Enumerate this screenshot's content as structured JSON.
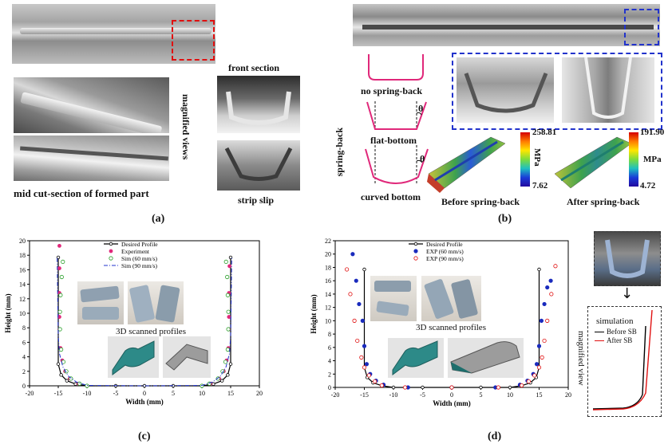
{
  "panel_a": {
    "letter": "(a)",
    "mid_cut_label": "mid cut-section of formed part",
    "magnified_label": "magnified views",
    "front_section_label": "front section",
    "strip_slip_label": "strip slip"
  },
  "panel_b": {
    "letter": "(b)",
    "no_springback_label": "no spring-back",
    "flat_bottom_label": "flat-bottom",
    "curved_bottom_label": "curved bottom",
    "springback_label": "spring-back",
    "theta_symbol": "θ",
    "before_label": "Before spring-back",
    "after_label": "After spring-back",
    "before_colorbar": {
      "max": "258.81",
      "min": "7.62",
      "unit": "MPa"
    },
    "after_colorbar": {
      "max": "191.90",
      "min": "4.72",
      "unit": "MPa"
    }
  },
  "panel_c": {
    "letter": "(c)",
    "scan_label": "3D scanned profiles"
  },
  "panel_d": {
    "letter": "(d)",
    "scan_label": "3D scanned profiles",
    "magnified_view_label": "magnified view",
    "simulation_label": "simulation",
    "before_sb": "Before SB",
    "after_sb": "After SB"
  },
  "colors": {
    "pink": "#e0287a",
    "blue": "#1a2bbd",
    "red": "#e01010",
    "green": "#2aa02a",
    "dash_blue": "#2233cc"
  },
  "chart_data": [
    {
      "type": "line",
      "panel": "c",
      "xlabel": "Width (mm)",
      "ylabel": "Height (mm)",
      "xlim": [
        -20,
        20
      ],
      "ylim": [
        0,
        20
      ],
      "xticks": [
        "-20",
        "-15",
        "-10",
        "-5",
        "0",
        "5",
        "10",
        "15",
        "20"
      ],
      "yticks": [
        "0",
        "2",
        "4",
        "6",
        "8",
        "10",
        "12",
        "14",
        "16",
        "18",
        "20"
      ],
      "legend_placement": "top-center",
      "series": [
        {
          "name": "Desired Profile",
          "style": "line-marker",
          "points": [
            [
              -15,
              17.7
            ],
            [
              -15,
              3
            ],
            [
              -14.5,
              1.5
            ],
            [
              -13.5,
              0.7
            ],
            [
              -12,
              0.25
            ],
            [
              -10,
              0
            ],
            [
              -5,
              0
            ],
            [
              0,
              0
            ],
            [
              5,
              0
            ],
            [
              10,
              0
            ],
            [
              12,
              0.25
            ],
            [
              13.5,
              0.7
            ],
            [
              14.5,
              1.5
            ],
            [
              15,
              3
            ],
            [
              15,
              17.7
            ]
          ]
        },
        {
          "name": "Experiment",
          "style": "marker",
          "points": [
            [
              -14.8,
              19.3
            ],
            [
              -14.8,
              16.2
            ],
            [
              -14.8,
              12.8
            ],
            [
              -14.8,
              9.5
            ],
            [
              -14.8,
              7.8
            ],
            [
              -14.6,
              5.2
            ],
            [
              -14.3,
              3.5
            ],
            [
              -13.8,
              2
            ],
            [
              -13,
              1
            ],
            [
              -11.5,
              0.3
            ],
            [
              -10,
              0
            ],
            [
              10,
              0
            ],
            [
              11.5,
              0.3
            ],
            [
              13,
              1
            ],
            [
              13.8,
              2
            ],
            [
              14.3,
              3.5
            ],
            [
              14.6,
              5.2
            ],
            [
              14.7,
              7.8
            ],
            [
              14.7,
              9.5
            ],
            [
              14.7,
              12.8
            ],
            [
              14.8,
              16.5
            ]
          ]
        },
        {
          "name": "Sim (60 mm/s)",
          "style": "marker",
          "points": [
            [
              -14.2,
              17.1
            ],
            [
              -14.4,
              15
            ],
            [
              -14.6,
              12.5
            ],
            [
              -14.7,
              10.2
            ],
            [
              -14.7,
              7.8
            ],
            [
              -14.5,
              5
            ],
            [
              -14.1,
              3.3
            ],
            [
              -13.6,
              2
            ],
            [
              -12.8,
              1
            ],
            [
              -11.3,
              0.3
            ],
            [
              -10,
              0
            ],
            [
              10,
              0
            ],
            [
              11.3,
              0.3
            ],
            [
              12.8,
              1
            ],
            [
              13.6,
              2
            ],
            [
              14.1,
              3.3
            ],
            [
              14.5,
              5
            ],
            [
              14.6,
              7.8
            ],
            [
              14.6,
              10.2
            ],
            [
              14.5,
              12.5
            ],
            [
              14.4,
              15
            ],
            [
              14.2,
              17.1
            ]
          ]
        },
        {
          "name": "Sim (90 mm/s)",
          "style": "dash-dot",
          "points": [
            [
              -15.2,
              17.6
            ],
            [
              -15.1,
              12
            ],
            [
              -15,
              7
            ],
            [
              -14.8,
              4.5
            ],
            [
              -14.2,
              2.6
            ],
            [
              -13.2,
              1.3
            ],
            [
              -11.8,
              0.5
            ],
            [
              -10,
              0.05
            ],
            [
              0,
              0
            ],
            [
              10,
              0.05
            ],
            [
              11.8,
              0.5
            ],
            [
              13.2,
              1.3
            ],
            [
              14.2,
              2.6
            ],
            [
              14.8,
              4.5
            ],
            [
              15,
              7
            ],
            [
              15.1,
              12
            ],
            [
              15.2,
              17.6
            ]
          ]
        }
      ]
    },
    {
      "type": "line",
      "panel": "d",
      "xlabel": "Width (mm)",
      "ylabel": "Height (mm)",
      "xlim": [
        -20,
        20
      ],
      "ylim": [
        0,
        22
      ],
      "xticks": [
        "-20",
        "-15",
        "-10",
        "-5",
        "0",
        "5",
        "10",
        "15",
        "20"
      ],
      "yticks": [
        "0",
        "2",
        "4",
        "6",
        "8",
        "10",
        "12",
        "14",
        "16",
        "18",
        "20",
        "22"
      ],
      "legend_placement": "top-center",
      "series": [
        {
          "name": "Desired Profile",
          "style": "line-marker",
          "points": [
            [
              -15,
              17.7
            ],
            [
              -15,
              3
            ],
            [
              -14.5,
              1.5
            ],
            [
              -13.5,
              0.7
            ],
            [
              -12,
              0.25
            ],
            [
              -10,
              0
            ],
            [
              -5,
              0
            ],
            [
              0,
              0
            ],
            [
              5,
              0
            ],
            [
              10,
              0
            ],
            [
              12,
              0.25
            ],
            [
              13.5,
              0.7
            ],
            [
              14.5,
              1.5
            ],
            [
              15,
              3
            ],
            [
              15,
              17.7
            ]
          ]
        },
        {
          "name": "EXP (60 mm/s)",
          "style": "marker",
          "points": [
            [
              -17,
              20
            ],
            [
              -16.4,
              16
            ],
            [
              -15.9,
              12.5
            ],
            [
              -15.3,
              10
            ],
            [
              -15,
              6.2
            ],
            [
              -14.6,
              3.5
            ],
            [
              -14,
              2
            ],
            [
              -13,
              1
            ],
            [
              -11.7,
              0.4
            ],
            [
              -7.5,
              0
            ],
            [
              0,
              0
            ],
            [
              7.5,
              0
            ],
            [
              11.7,
              0.4
            ],
            [
              13,
              1
            ],
            [
              14,
              2
            ],
            [
              14.6,
              3.5
            ],
            [
              15,
              6.2
            ],
            [
              15.4,
              10
            ],
            [
              15.9,
              12.5
            ],
            [
              16.4,
              15
            ],
            [
              17,
              16
            ]
          ]
        },
        {
          "name": "EXP (90 mm/s)",
          "style": "marker",
          "points": [
            [
              -18,
              17.7
            ],
            [
              -17.4,
              14
            ],
            [
              -16.7,
              10
            ],
            [
              -16.2,
              7
            ],
            [
              -15.5,
              4.5
            ],
            [
              -15,
              3
            ],
            [
              -14.2,
              1.8
            ],
            [
              -13.2,
              0.9
            ],
            [
              -12,
              0.3
            ],
            [
              -8,
              0
            ],
            [
              0,
              0
            ],
            [
              8,
              0
            ],
            [
              12,
              0.3
            ],
            [
              13.2,
              0.9
            ],
            [
              14.2,
              1.8
            ],
            [
              15,
              3
            ],
            [
              15.5,
              4.5
            ],
            [
              15.9,
              7
            ],
            [
              16.4,
              10
            ],
            [
              17.1,
              14
            ],
            [
              17.8,
              18.2
            ]
          ]
        }
      ]
    }
  ]
}
